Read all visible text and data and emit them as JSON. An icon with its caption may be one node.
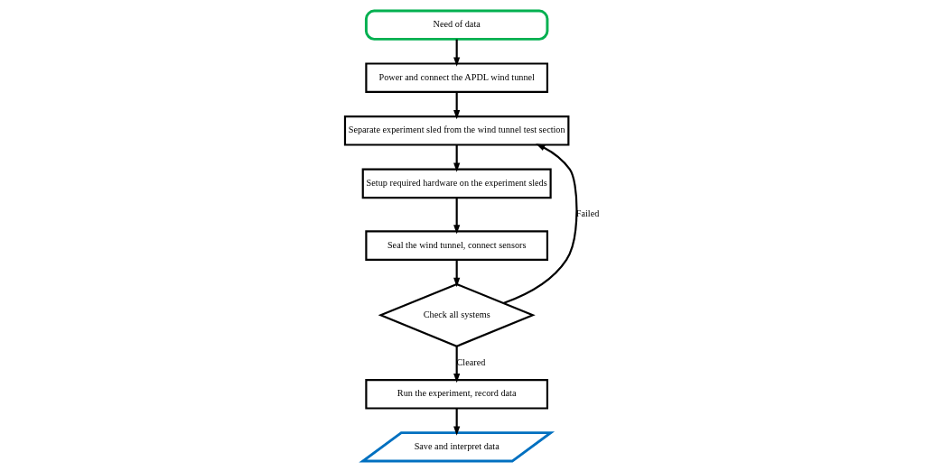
{
  "diagram": {
    "nodes": [
      {
        "text": [
          "Need of data"
        ]
      },
      {
        "text": [
          "Power and connect the APDL wind tunnel"
        ]
      },
      {
        "text": [
          "Separate experiment sled from the wind tunnel test section"
        ]
      },
      {
        "text": [
          "Setup required hardware on the experiment sleds"
        ]
      },
      {
        "text": [
          "Seal the wind tunnel, connect sensors"
        ]
      },
      {
        "text": [
          "Check all systems"
        ]
      },
      {
        "text": [
          "Run the experiment, record data"
        ]
      },
      {
        "text": [
          "Save and interpret data"
        ]
      }
    ],
    "edges": [
      {
        "from": 0,
        "to": 1,
        "arrow": "to"
      },
      {
        "from": 1,
        "to": 2,
        "arrow": "to"
      },
      {
        "from": 2,
        "to": 3,
        "arrow": "to"
      },
      {
        "from": 3,
        "to": 4,
        "arrow": "to"
      },
      {
        "from": 4,
        "to": 5,
        "arrow": "to"
      },
      {
        "from": 5,
        "to": 6,
        "arrow": "to",
        "label": "Cleared"
      },
      {
        "from": 5,
        "to": 2,
        "arrow": "to",
        "label": "Failed"
      },
      {
        "from": 6,
        "to": 7,
        "arrow": "to"
      }
    ]
  }
}
